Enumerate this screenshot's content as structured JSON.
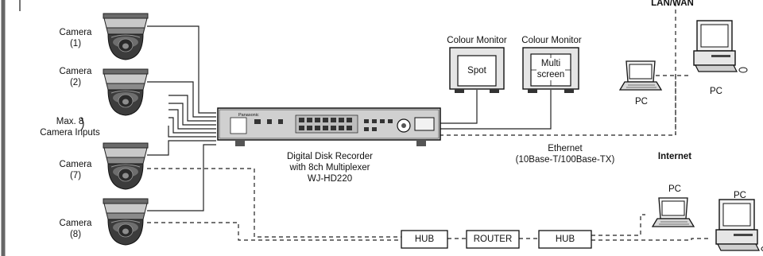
{
  "cameras": [
    {
      "name": "Camera",
      "number": "(1)"
    },
    {
      "name": "Camera",
      "number": "(2)"
    },
    {
      "name": "Camera",
      "number": "(7)"
    },
    {
      "name": "Camera",
      "number": "(8)"
    }
  ],
  "camera_inputs": {
    "line1": "Max. 8",
    "line2": "Camera Inputs"
  },
  "recorder": {
    "brand": "Panasonic",
    "line1": "Digital Disk Recorder",
    "line2": "with 8ch Multiplexer",
    "line3": "WJ-HD220"
  },
  "monitors": [
    {
      "title": "Colour Monitor",
      "screen_lines": [
        "Spot"
      ]
    },
    {
      "title": "Colour Monitor",
      "screen_lines": [
        "Multi",
        "screen"
      ]
    }
  ],
  "network": {
    "lan_wan": "LAN/WAN",
    "internet": "Internet",
    "ethernet_line1": "Ethernet",
    "ethernet_line2": "(10Base-T/100Base-TX)"
  },
  "pcs": [
    "PC",
    "PC",
    "PC",
    "PC"
  ],
  "boxes": [
    "HUB",
    "ROUTER",
    "HUB"
  ]
}
